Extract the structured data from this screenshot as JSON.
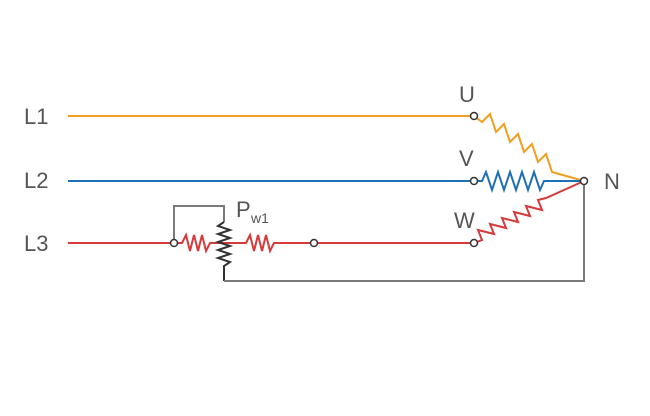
{
  "labels": {
    "L1": "L1",
    "L2": "L2",
    "L3": "L3",
    "U": "U",
    "V": "V",
    "W": "W",
    "N": "N",
    "P": "P",
    "w1": "w1"
  },
  "colors": {
    "phase_l1": "#f0a020",
    "phase_l2": "#1f6fb5",
    "phase_l3": "#d63a3a",
    "neutral_return": "#7a7a7a",
    "text": "#555555"
  }
}
